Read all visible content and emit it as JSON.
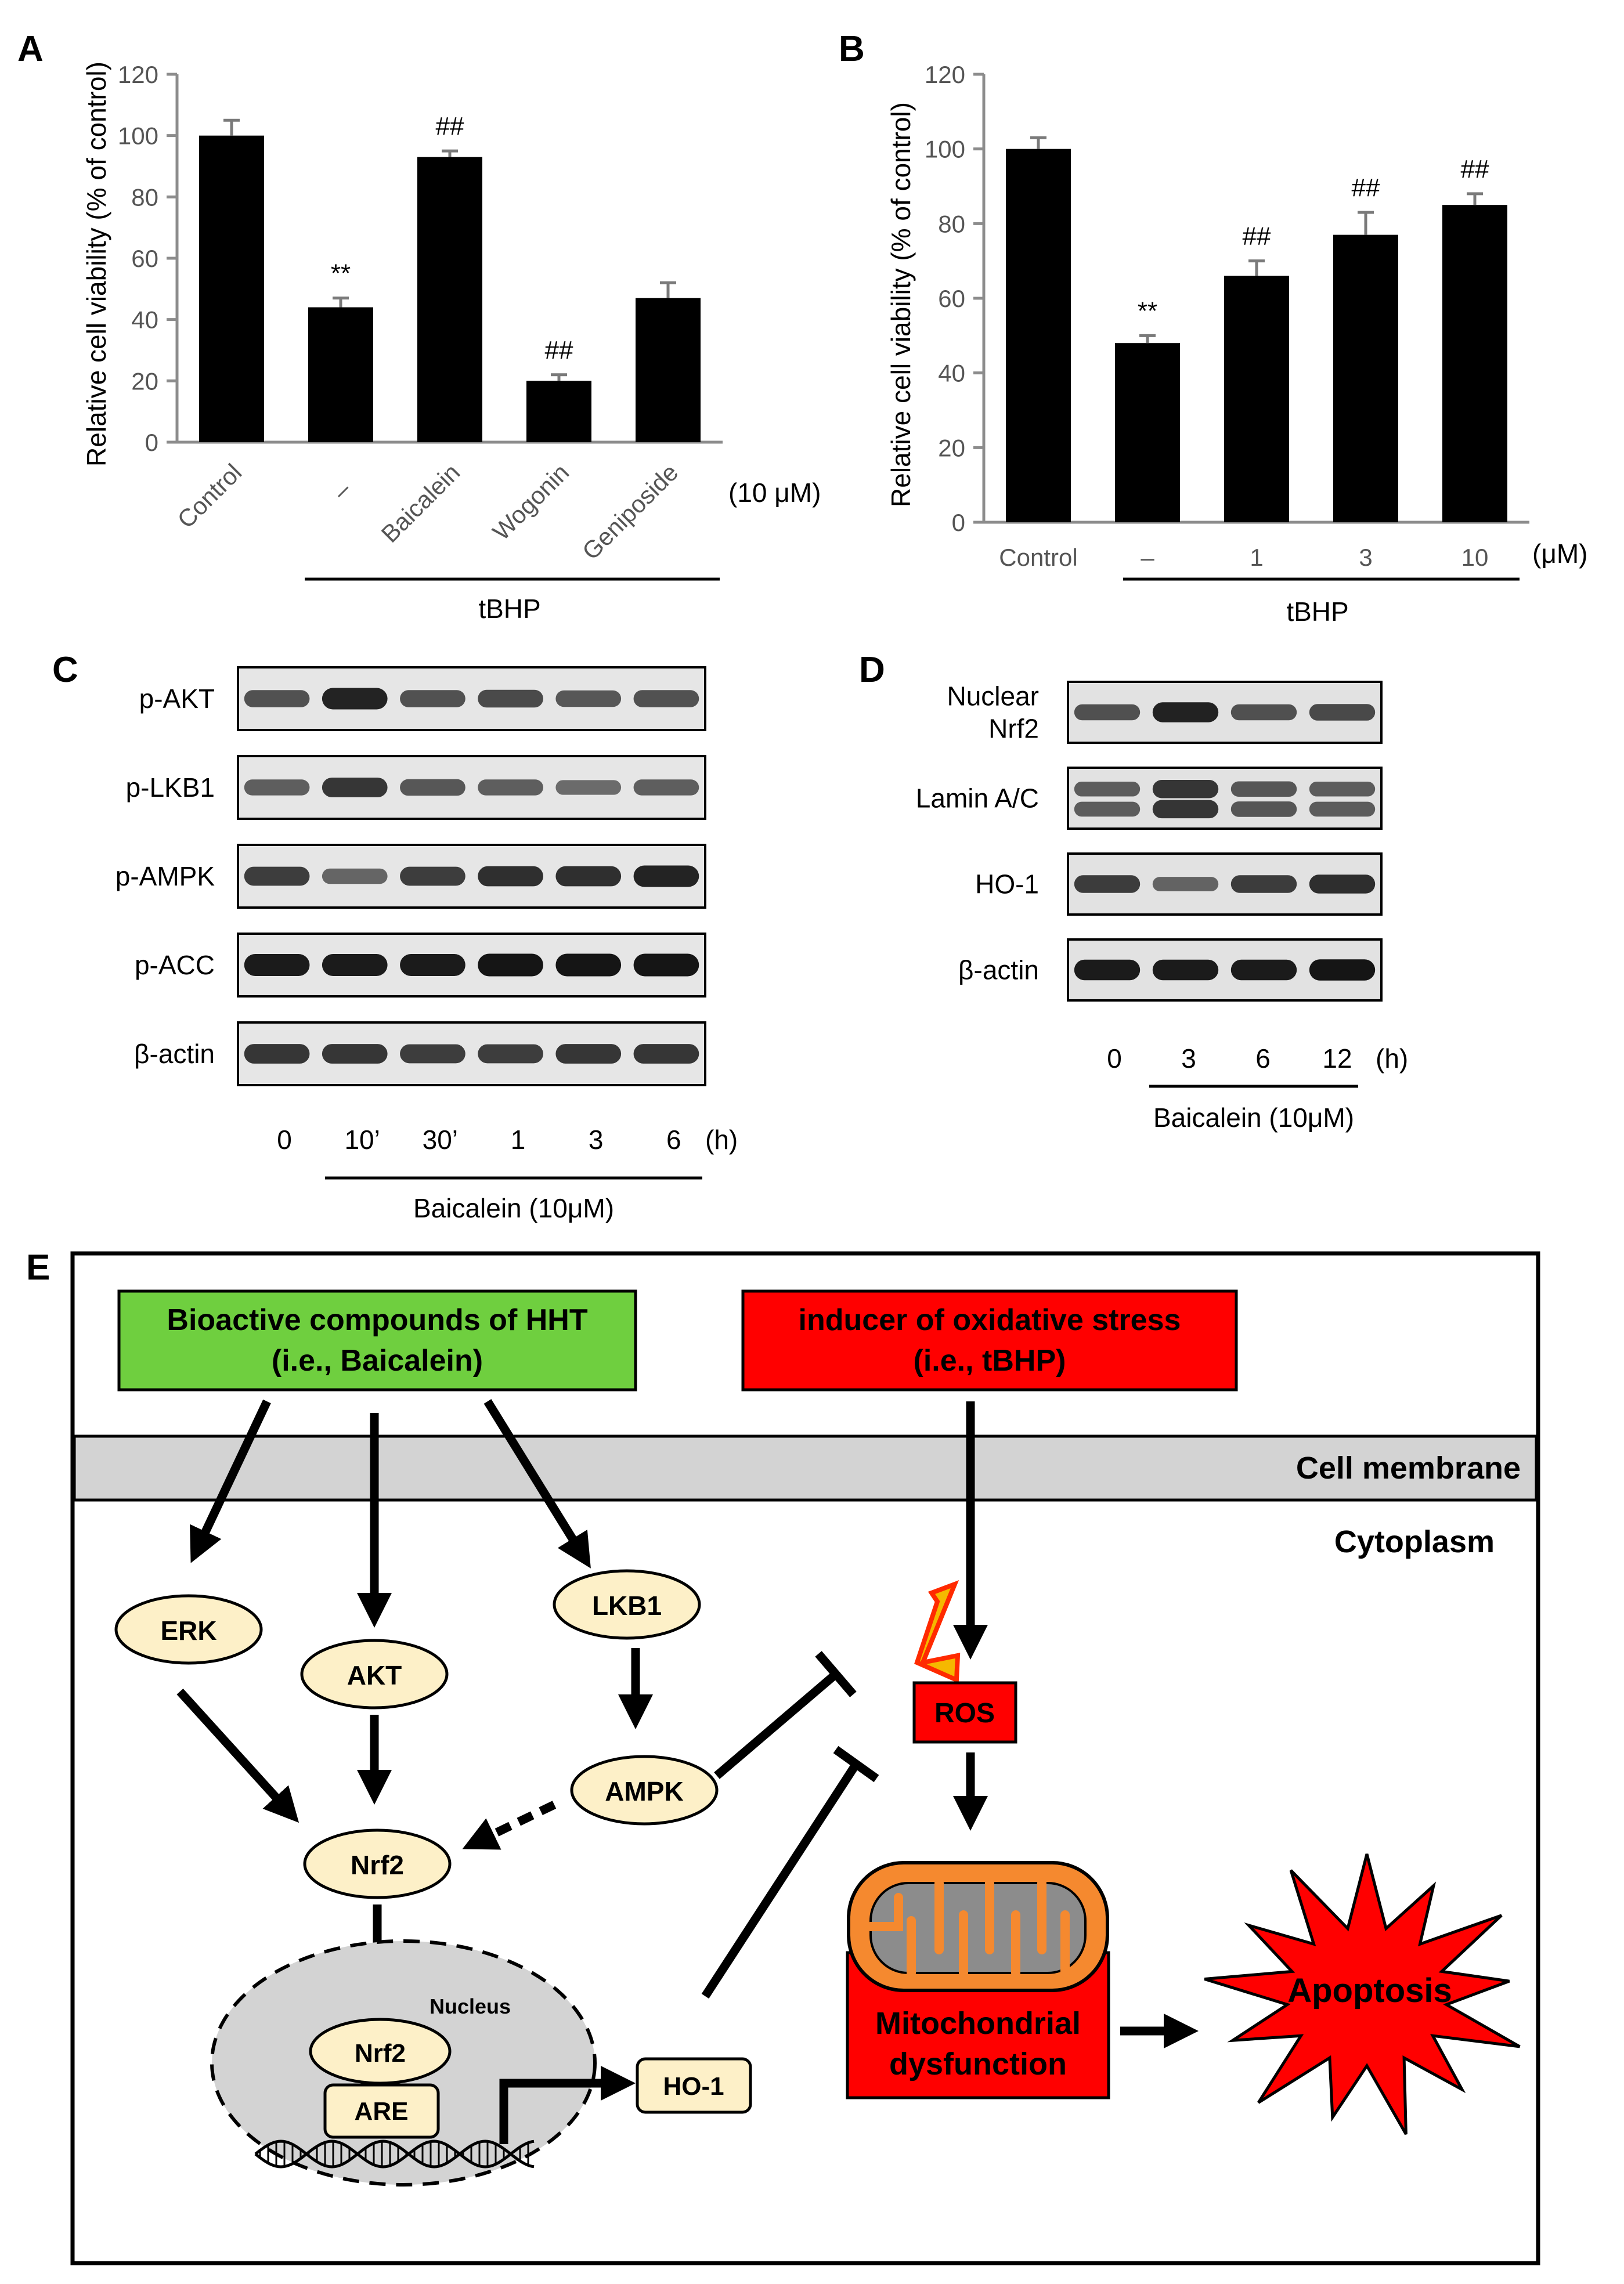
{
  "panel_labels": {
    "a": "A",
    "b": "B",
    "c": "C",
    "d": "D",
    "e": "E"
  },
  "chart_data": [
    {
      "panel": "A",
      "type": "bar",
      "categories": [
        "Control",
        "–",
        "Baicalein",
        "Wogonin",
        "Geniposide"
      ],
      "values": [
        100,
        44,
        93,
        20,
        47
      ],
      "errors": [
        5,
        3,
        2,
        2,
        5
      ],
      "annotations": [
        "",
        "**",
        "##",
        "##",
        ""
      ],
      "ylabel": "Relative cell viability (% of control)",
      "ylim": [
        0,
        120
      ],
      "yticks": [
        0,
        20,
        40,
        60,
        80,
        100,
        120
      ],
      "group_label": "tBHP",
      "unit_label": "(10 μM)",
      "bar_color": "#000000"
    },
    {
      "panel": "B",
      "type": "bar",
      "categories": [
        "Control",
        "–",
        "1",
        "3",
        "10"
      ],
      "values": [
        100,
        48,
        66,
        77,
        85
      ],
      "errors": [
        3,
        2,
        4,
        6,
        3
      ],
      "annotations": [
        "",
        "**",
        "##",
        "##",
        "##"
      ],
      "ylabel": "Relative cell viability (% of control)",
      "ylim": [
        0,
        120
      ],
      "yticks": [
        0,
        20,
        40,
        60,
        80,
        100,
        120
      ],
      "group_label": "tBHP",
      "unit_label": "(μM)",
      "bar_color": "#000000"
    }
  ],
  "panel_c": {
    "rows": [
      "p-AKT",
      "p-LKB1",
      "p-AMPK",
      "p-ACC",
      "β-actin"
    ],
    "lanes": [
      "0",
      "10’",
      "30’",
      "1",
      "3",
      "6"
    ],
    "unit": "(h)",
    "treatment": "Baicalein (10μM)"
  },
  "panel_d": {
    "rows": [
      "Nuclear\nNrf2",
      "Lamin A/C",
      "HO-1",
      "β-actin"
    ],
    "lanes": [
      "0",
      "3",
      "6",
      "12"
    ],
    "unit": "(h)",
    "treatment": "Baicalein (10μM)"
  },
  "panel_e": {
    "compounds_box": {
      "line1": "Bioactive compounds of HHT",
      "line2": "(i.e., Baicalein)",
      "color": "#6fcf3f"
    },
    "inducer_box": {
      "line1": "inducer of oxidative stress",
      "line2": "(i.e., tBHP)",
      "color": "#ff0000"
    },
    "membrane_label": "Cell membrane",
    "cytoplasm_label": "Cytoplasm",
    "nodes": {
      "erk": "ERK",
      "akt": "AKT",
      "lkb1": "LKB1",
      "ampk": "AMPK",
      "nrf2": "Nrf2",
      "nrf2_nucleus": "Nrf2",
      "are": "ARE",
      "ho1": "HO-1",
      "ros": "ROS"
    },
    "nucleus_label": "Nucleus",
    "mito_label_line1": "Mitochondrial",
    "mito_label_line2": "dysfunction",
    "apoptosis_label": "Apoptosis",
    "node_color": "#fdf0c8"
  }
}
